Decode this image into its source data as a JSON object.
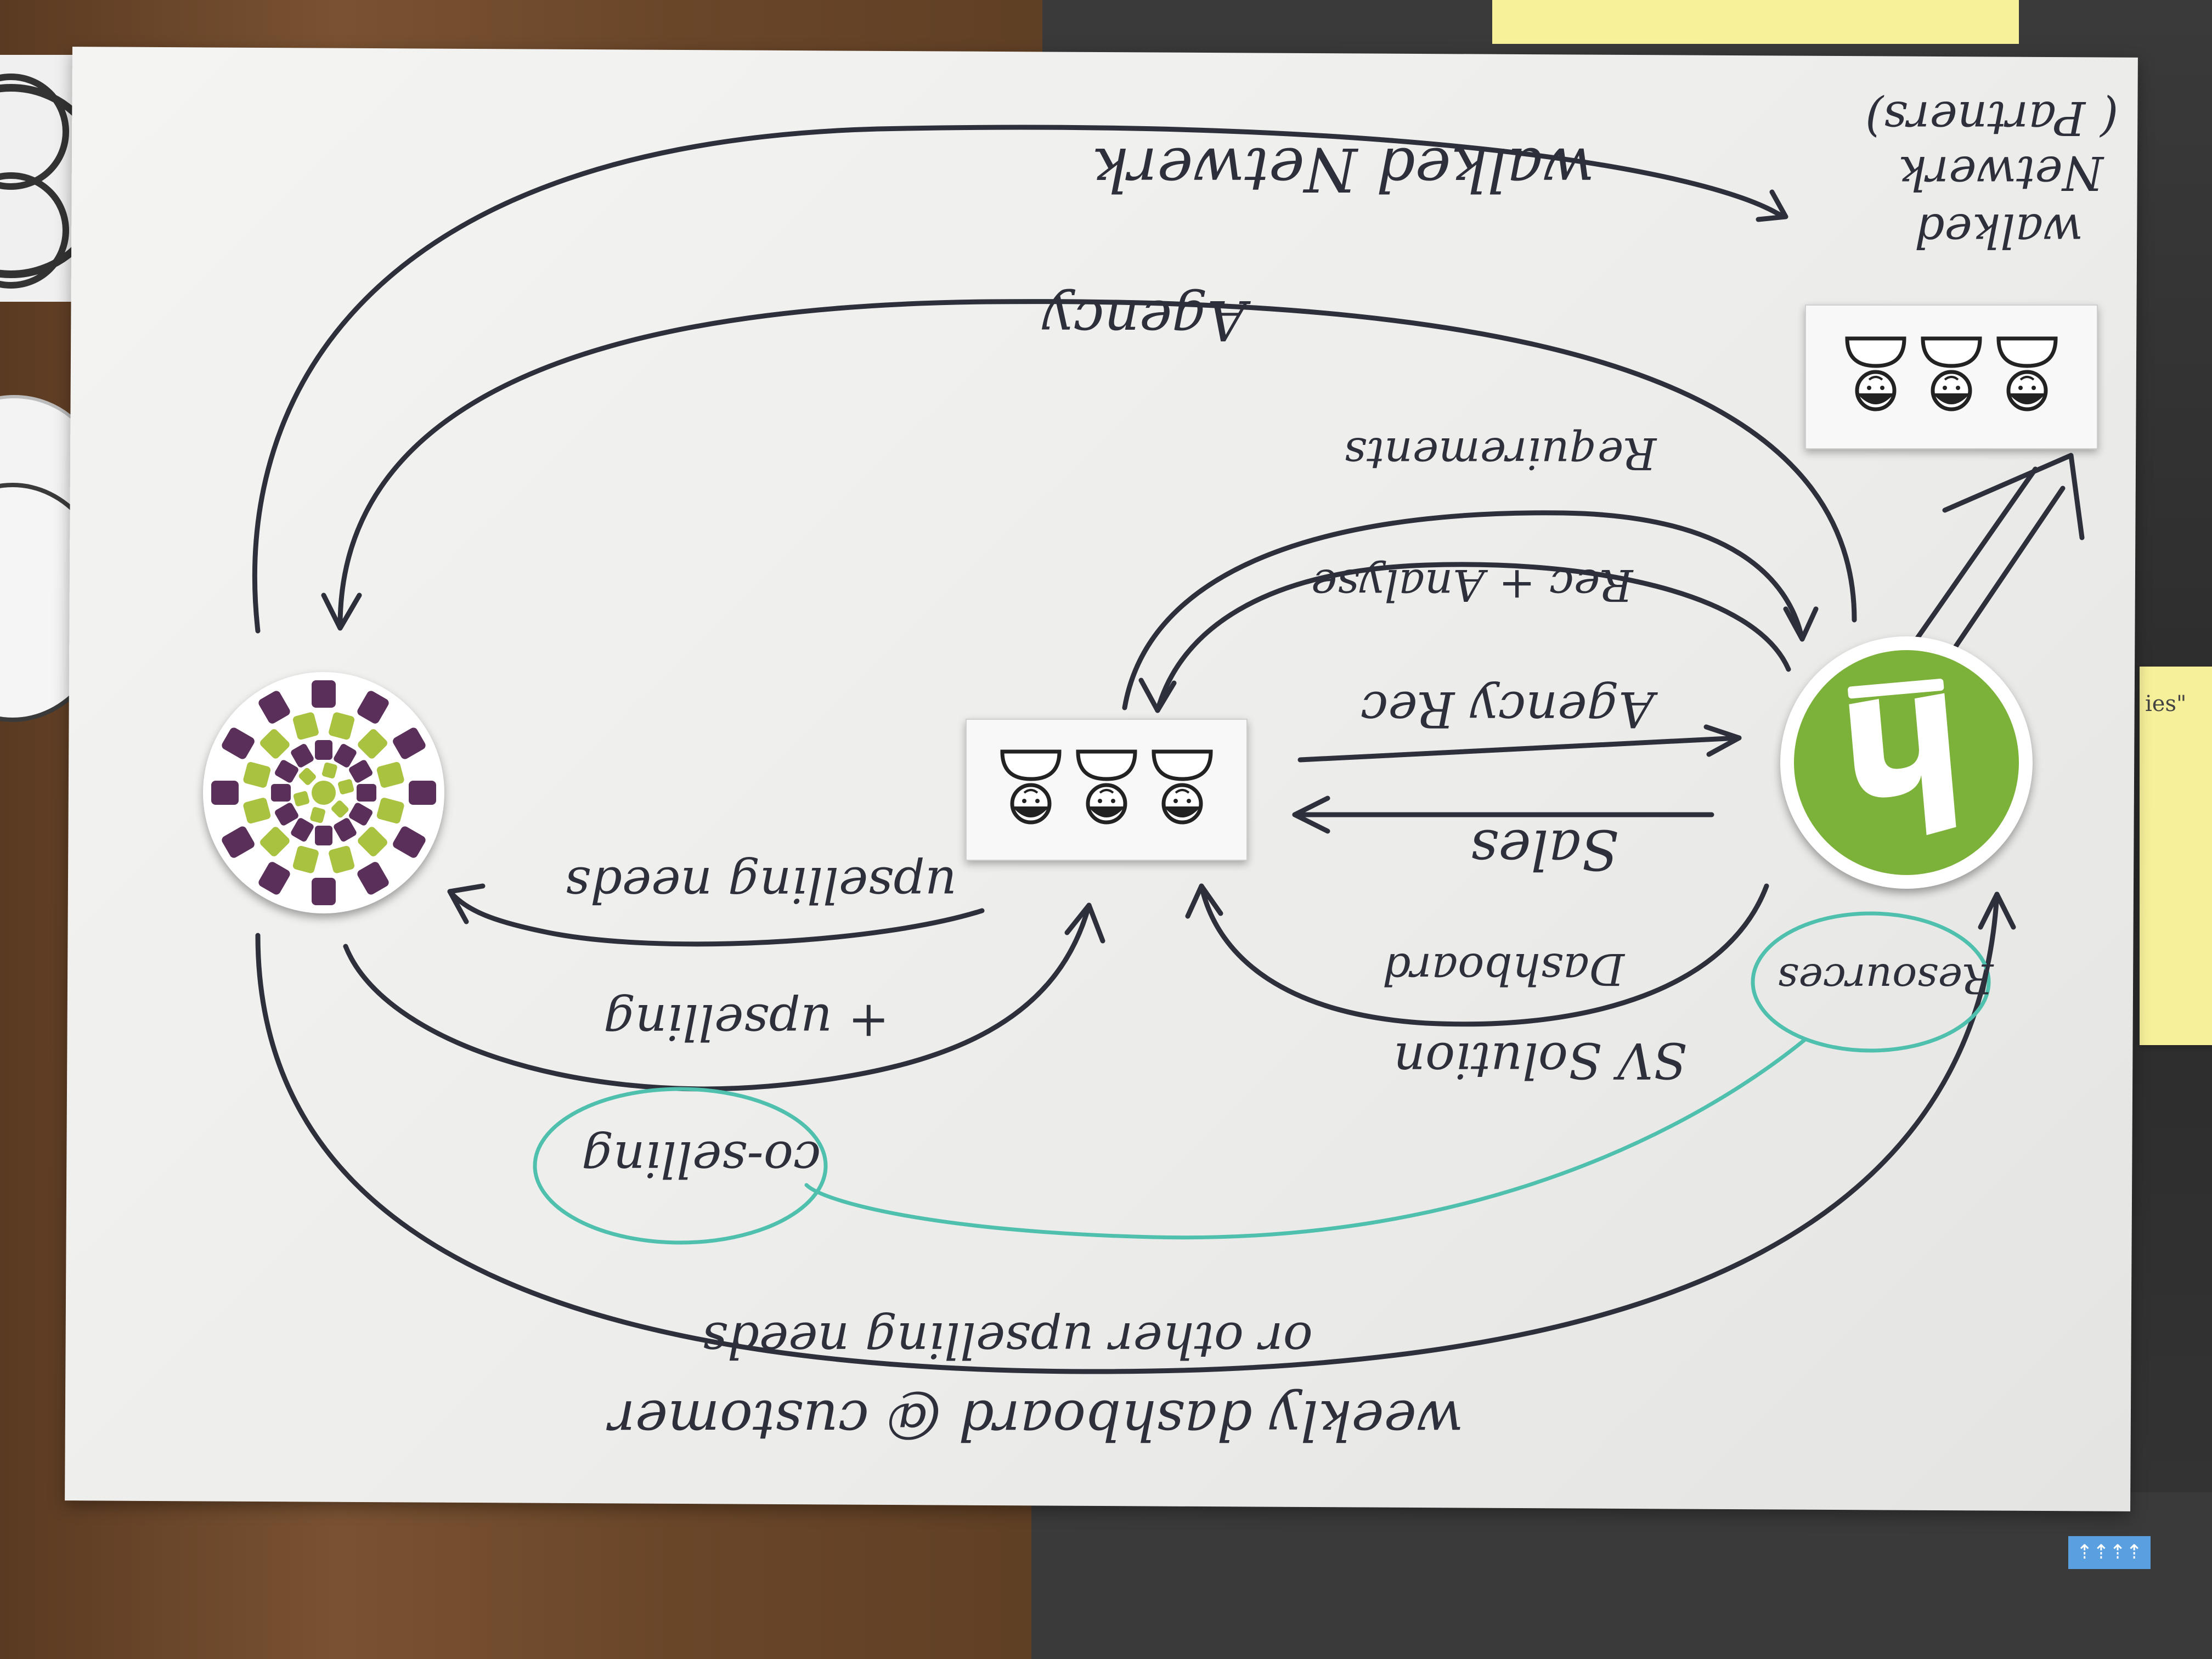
{
  "labels": {
    "walked_network_top": "walked Netwerk",
    "walked_network_side_1": "walked",
    "walked_network_side_2": "Netwerk",
    "walked_network_side_3": "( Partners)",
    "agency_arc": "Agency",
    "requirements": "Requirements",
    "rec_analyse": "Rec + Analyse",
    "agency_rec": "Agency Rec",
    "sales": "Sales",
    "dashboard": "Dashboard",
    "sv_solution": "SV Solution",
    "resources": "Resources",
    "upselling_needs": "upselling needs",
    "plus_upselling": "+ upselling",
    "co_selling": "co-selling",
    "weekly_dashboard": "weekly dashboard @ customer",
    "other_upselling": "or other upselling needs",
    "sticky_note_fragment": "ies\""
  },
  "colors": {
    "ink": "#2d2f3a",
    "teal_ink": "#4fc0ad",
    "brand_green": "#7db23a",
    "brand_purple": "#5a2f5a",
    "brand_lime": "#a9c23f"
  },
  "icons": {
    "people_card_center": "three-people-icon",
    "people_card_top_right": "three-people-icon",
    "flower_logo": "flower-mandala-logo",
    "green_logo": "green-circle-logo"
  }
}
